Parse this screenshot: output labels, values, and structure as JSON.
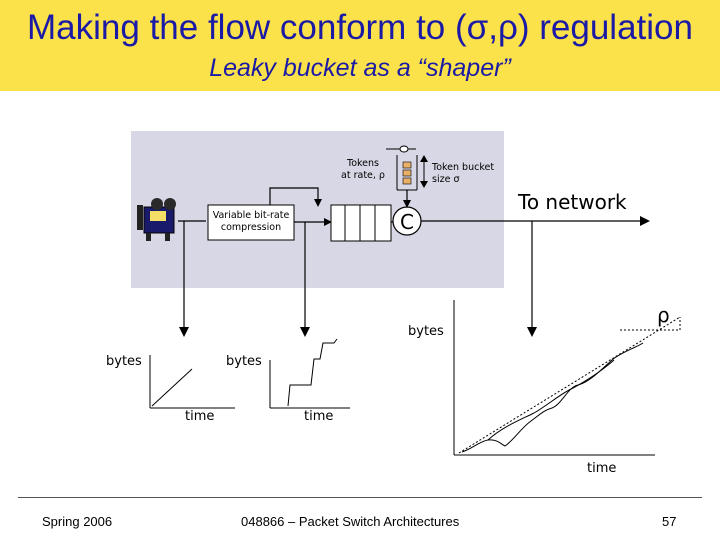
{
  "slide": {
    "title": "Making the flow conform to (σ,ρ) regulation",
    "subtitle": "Leaky bucket as a “shaper”"
  },
  "diagram": {
    "tokens_label_line1": "Tokens",
    "tokens_label_line2": "at rate, ρ",
    "bucket_label_line1": "Token bucket",
    "bucket_label_line2": "size σ",
    "compression_line1": "Variable bit-rate",
    "compression_line2": "compression",
    "rate_symbol": "C",
    "to_network": "To network",
    "camera_icon": "video-camera-icon"
  },
  "graphs": {
    "left": {
      "ylabel": "bytes",
      "xlabel": "time"
    },
    "middle": {
      "ylabel": "bytes",
      "xlabel": "time"
    },
    "right": {
      "ylabel": "bytes",
      "xlabel": "time",
      "slope_label": "ρ"
    }
  },
  "footer": {
    "left": "Spring 2006",
    "center": "048866 – Packet Switch Architectures",
    "page": "57"
  },
  "colors": {
    "title_band": "#fbe14a",
    "title_text": "#1a1aa6",
    "panel": "#d7d7e5"
  }
}
